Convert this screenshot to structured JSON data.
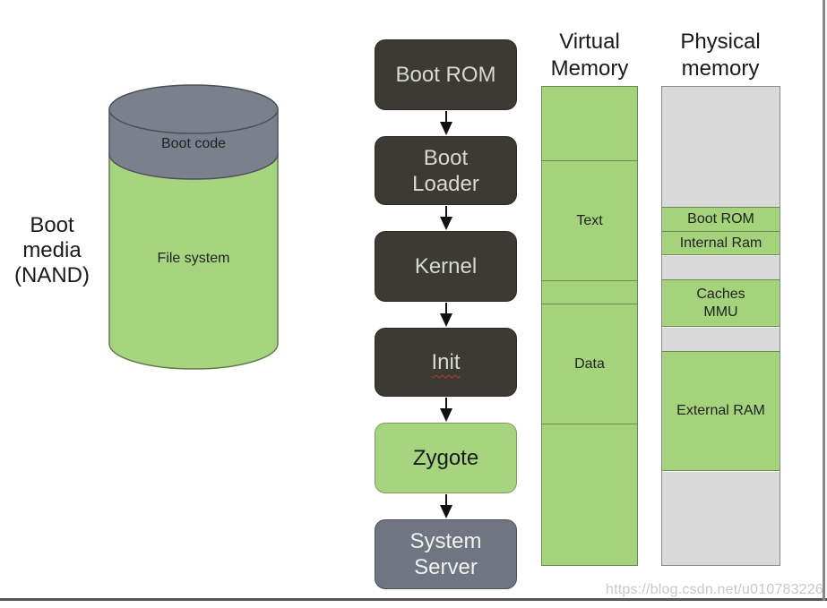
{
  "boot_media": {
    "label_lines": [
      "Boot",
      "media",
      "(NAND)"
    ],
    "boot_code": "Boot code",
    "file_system": "File system",
    "colors": {
      "top": "#7a808c",
      "body": "#a7d47e"
    }
  },
  "boot_chain": [
    {
      "lines": [
        "Boot ROM"
      ],
      "style": "dark"
    },
    {
      "lines": [
        "Boot",
        "Loader"
      ],
      "style": "dark"
    },
    {
      "lines": [
        "Kernel"
      ],
      "style": "dark"
    },
    {
      "lines": [
        "Init"
      ],
      "style": "dark"
    },
    {
      "lines": [
        "Zygote"
      ],
      "style": "green"
    },
    {
      "lines": [
        "System",
        "Server"
      ],
      "style": "slate"
    }
  ],
  "virtual_memory": {
    "title_lines": [
      "Virtual",
      "Memory"
    ],
    "segments": [
      "",
      "Text",
      "",
      "Data",
      ""
    ]
  },
  "physical_memory": {
    "title_lines": [
      "Physical",
      "memory"
    ],
    "segments": [
      {
        "label": "",
        "kind": "gray"
      },
      {
        "label": "Boot ROM",
        "kind": "green"
      },
      {
        "label": "Internal Ram",
        "kind": "green"
      },
      {
        "label": "",
        "kind": "gray"
      },
      {
        "label": "Caches\nMMU",
        "kind": "green"
      },
      {
        "label": "",
        "kind": "gray"
      },
      {
        "label": "External RAM",
        "kind": "green"
      },
      {
        "label": "",
        "kind": "gray"
      }
    ]
  },
  "watermark": "https://blog.csdn.net/u010783226"
}
